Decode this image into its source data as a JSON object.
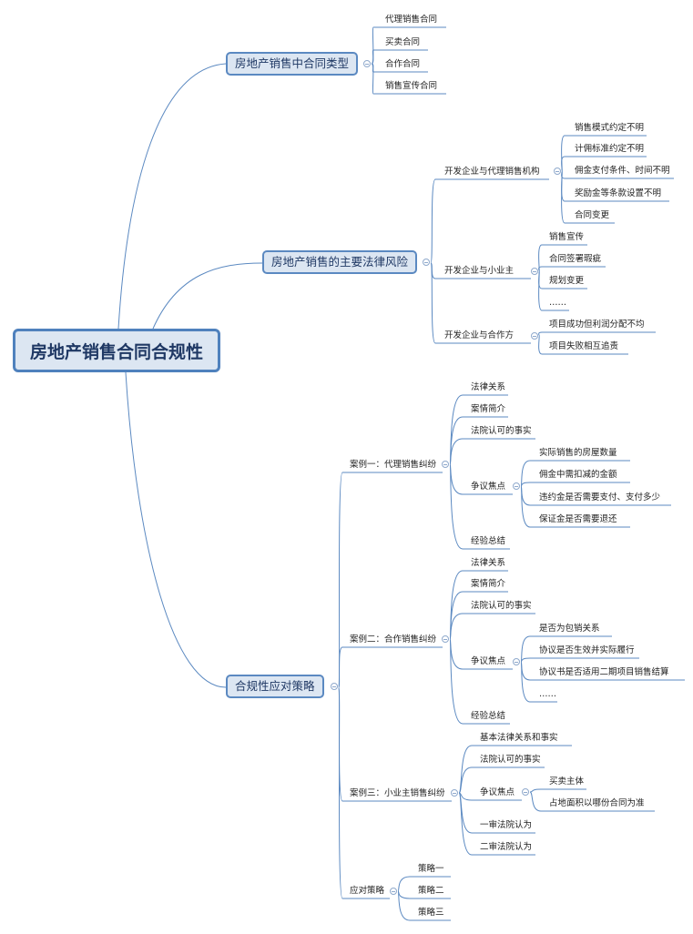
{
  "colors": {
    "line": "#5b89c1",
    "root_fill": "#dce6f2",
    "root_border": "#4f81bd",
    "text": "#1f3864"
  },
  "root": "房地产销售合同合规性",
  "b1": {
    "label": "房地产销售中合同类型",
    "items": [
      "代理销售合同",
      "买卖合同",
      "合作合同",
      "销售宣传合同"
    ]
  },
  "b2": {
    "label": "房地产销售的主要法律风险",
    "g1": {
      "label": "开发企业与代理销售机构",
      "items": [
        "销售模式约定不明",
        "计佣标准约定不明",
        "佣金支付条件、时间不明",
        "奖励金等条款设置不明",
        "合同变更"
      ]
    },
    "g2": {
      "label": "开发企业与小业主",
      "items": [
        "销售宣传",
        "合同签署瑕疵",
        "规划变更",
        "……"
      ]
    },
    "g3": {
      "label": "开发企业与合作方",
      "items": [
        "项目成功但利润分配不均",
        "项目失败相互追责"
      ]
    }
  },
  "b3": {
    "label": "合规性应对策略",
    "c1": {
      "label": "案例一：代理销售纠纷",
      "items": [
        "法律关系",
        "案情简介",
        "法院认可的事实",
        "争议焦点",
        "经验总结"
      ],
      "focus": [
        "实际销售的房屋数量",
        "佣金中需扣减的金额",
        "违约金是否需要支付、支付多少",
        "保证金是否需要退还"
      ]
    },
    "c2": {
      "label": "案例二：合作销售纠纷",
      "items": [
        "法律关系",
        "案情简介",
        "法院认可的事实",
        "争议焦点",
        "经验总结"
      ],
      "focus": [
        "是否为包销关系",
        "协议是否生效并实际履行",
        "协议书是否适用二期项目销售结算",
        "……"
      ]
    },
    "c3": {
      "label": "案例三：小业主销售纠纷",
      "items": [
        "基本法律关系和事实",
        "法院认可的事实",
        "争议焦点",
        "一审法院认为",
        "二审法院认为"
      ],
      "focus": [
        "买卖主体",
        "占地面积以哪份合同为准"
      ]
    },
    "c4": {
      "label": "应对策略",
      "items": [
        "策略一",
        "策略二",
        "策略三"
      ]
    }
  }
}
